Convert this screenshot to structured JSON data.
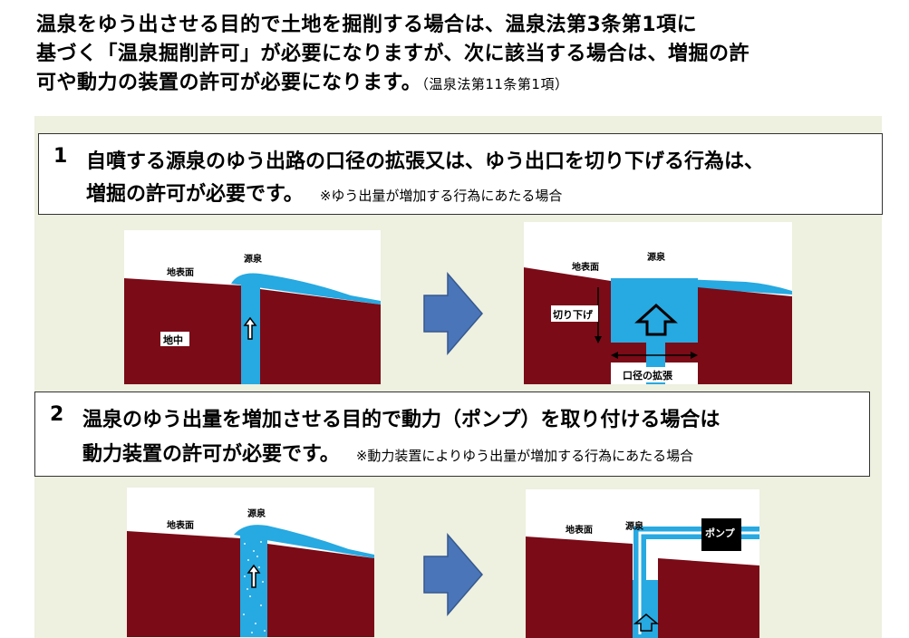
{
  "intro": {
    "line1": "温泉をゆう出させる目的で土地を掘削する場合は、温泉法第3条第1項に",
    "line2": "基づく「温泉掘削許可」が必要になりますが、次に該当する場合は、増掘の許",
    "line3_main": "可や動力の装置の許可が必要になります。",
    "line3_note": "（温泉法第11条第1項）"
  },
  "case1": {
    "number": "1",
    "text_line1": "自噴する源泉のゆう出路の口径の拡張又は、ゆう出口を切り下げる行為は、",
    "text_line2": "増掘の許可が必要です。",
    "note": "※ゆう出量が増加する行為にあたる場合"
  },
  "case2": {
    "number": "2",
    "text_line1": "温泉のゆう出量を増加させる目的で動力（ポンプ）を取り付ける場合は",
    "text_line2": "動力装置の許可が必要です。",
    "note": "※動力装置によりゆう出量が増加する行為にあたる場合"
  },
  "labels": {
    "surface": "地表面",
    "source": "源泉",
    "underground": "地中",
    "cut_down": "切り下げ",
    "diameter_expansion": "口径の拡張",
    "pump": "ポンプ"
  },
  "colors": {
    "ground": "#7a0b17",
    "water": "#27a9e1",
    "arrow": "#4a75b8",
    "panel_bg": "#eef0e0"
  }
}
